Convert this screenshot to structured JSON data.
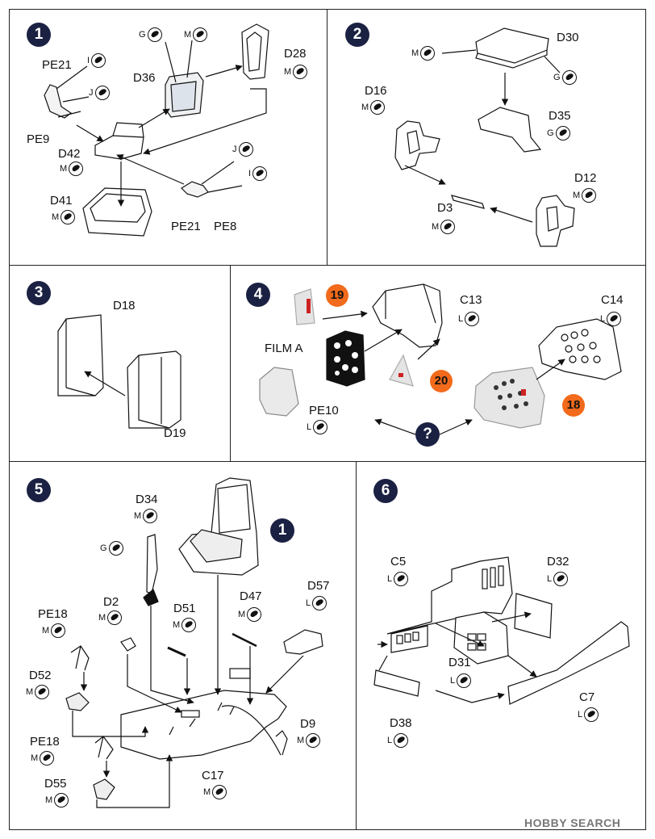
{
  "steps": [
    "1",
    "2",
    "3",
    "4",
    "5",
    "6"
  ],
  "step_ref_5": "1",
  "decals": [
    "19",
    "20",
    "18"
  ],
  "question": "?",
  "paint_codes": {
    "g": "G",
    "m": "M",
    "j": "J",
    "i": "I",
    "l": "L"
  },
  "labels": {
    "pe21_a": "PE21",
    "d36": "D36",
    "d28": "D28",
    "pe9": "PE9",
    "d42": "D42",
    "d41": "D41",
    "pe21_b": "PE21",
    "pe8": "PE8",
    "d30": "D30",
    "d16": "D16",
    "d35": "D35",
    "d12": "D12",
    "d3": "D3",
    "d18": "D18",
    "d19": "D19",
    "film_a": "FILM A",
    "pe10": "PE10",
    "c13": "C13",
    "c14": "C14",
    "d34": "D34",
    "d2": "D2",
    "d51": "D51",
    "d47": "D47",
    "d57": "D57",
    "pe18_a": "PE18",
    "d52": "D52",
    "pe18_b": "PE18",
    "d55": "D55",
    "c17": "C17",
    "d9": "D9",
    "c5": "C5",
    "d32": "D32",
    "d31": "D31",
    "d38": "D38",
    "c7": "C7"
  },
  "watermark": "HOBBY SEARCH"
}
